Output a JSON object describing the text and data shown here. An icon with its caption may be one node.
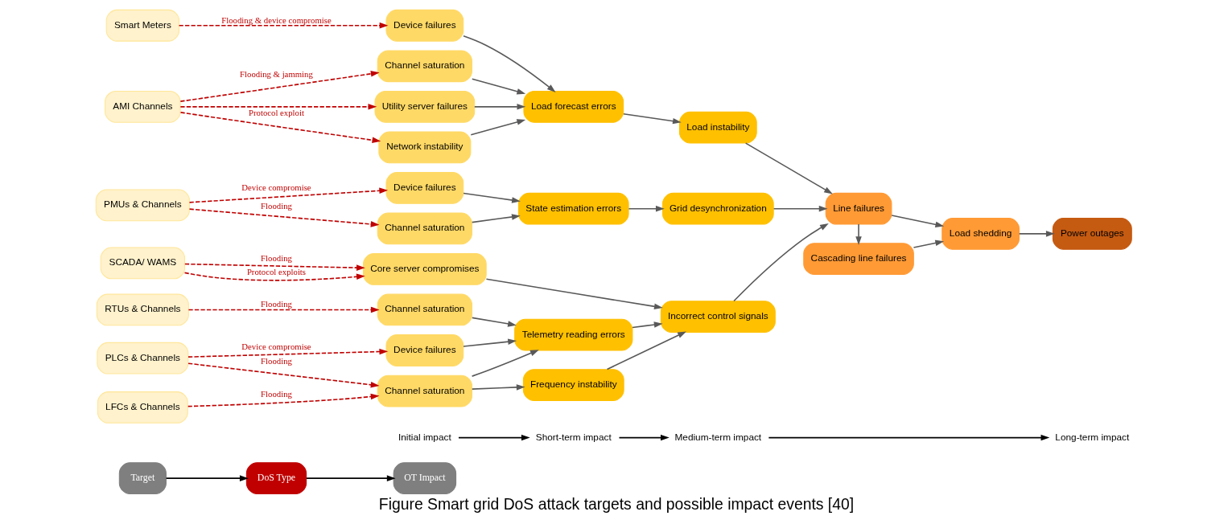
{
  "diagram": {
    "caption": "Figure Smart grid DoS attack targets and possible impact events [40]",
    "nodes": [
      {
        "text": [
          "Target"
        ]
      },
      {
        "text": [
          "DoS Type"
        ]
      },
      {
        "text": [
          "OT Impact"
        ]
      },
      {
        "text": [
          "Initial impact"
        ]
      },
      {
        "text": [
          "Short-term impact"
        ]
      },
      {
        "text": [
          "Medium-term impact"
        ]
      },
      {
        "text": [
          "Long-term impact"
        ]
      },
      {
        "text": [
          "Smart Meters"
        ]
      },
      {
        "text": [
          "AMI Channels"
        ]
      },
      {
        "text": [
          "PMUs & Channels"
        ]
      },
      {
        "text": [
          "RTUs & Channels"
        ]
      },
      {
        "text": [
          "PLCs & Channels"
        ]
      },
      {
        "text": [
          "LFCs & Channels"
        ]
      },
      {
        "text": [
          "SCADA/ WAMS"
        ]
      },
      {
        "text": [
          "Device failures"
        ]
      },
      {
        "text": [
          "Channel saturation"
        ]
      },
      {
        "text": [
          "Utility server failures"
        ]
      },
      {
        "text": [
          "Network instability"
        ]
      },
      {
        "text": [
          "Device failures"
        ]
      },
      {
        "text": [
          "Channel saturation"
        ]
      },
      {
        "text": [
          "Channel saturation"
        ]
      },
      {
        "text": [
          "Device failures"
        ]
      },
      {
        "text": [
          "Channel saturation"
        ]
      },
      {
        "text": [
          "Core server compromises"
        ]
      },
      {
        "text": [
          "Load forecast errors"
        ]
      },
      {
        "text": [
          "Load instability"
        ]
      },
      {
        "text": [
          "State estimation errors"
        ]
      },
      {
        "text": [
          "Grid desynchronization"
        ]
      },
      {
        "text": [
          "Telemetry reading errors"
        ]
      },
      {
        "text": [
          "Frequency instability"
        ]
      },
      {
        "text": [
          "Incorrect control signals"
        ]
      },
      {
        "text": [
          "Line failures"
        ]
      },
      {
        "text": [
          "Load shedding"
        ]
      },
      {
        "text": [
          "Power outages"
        ]
      },
      {
        "text": [
          "Cascading line failures"
        ]
      }
    ],
    "edges": [
      {
        "from": 0,
        "to": 1,
        "arrow": "to",
        "color": "#000000"
      },
      {
        "from": 1,
        "to": 2,
        "arrow": "to",
        "color": "#000000"
      },
      {
        "from": 3,
        "to": 4,
        "arrow": "to",
        "color": "#000000"
      },
      {
        "from": 4,
        "to": 5,
        "arrow": "to",
        "color": "#000000"
      },
      {
        "from": 5,
        "to": 6,
        "arrow": "to",
        "color": "#000000"
      },
      {
        "from": 7,
        "to": 14,
        "arrow": "to",
        "label": "Flooding & device compromise",
        "style": "dashed",
        "color": "#c00000"
      },
      {
        "from": 8,
        "to": 15,
        "arrow": "to",
        "label": "Flooding & jamming",
        "style": "dashed",
        "color": "#c00000"
      },
      {
        "from": 8,
        "to": 16,
        "arrow": "to",
        "style": "dashed",
        "color": "#c00000"
      },
      {
        "from": 8,
        "to": 17,
        "arrow": "to",
        "label": "Protocol exploit",
        "style": "dashed",
        "color": "#c00000"
      },
      {
        "from": 9,
        "to": 18,
        "arrow": "to",
        "label": "Device compromise",
        "style": "dashed",
        "color": "#c00000"
      },
      {
        "from": 9,
        "to": 19,
        "arrow": "to",
        "label": "Flooding",
        "style": "dashed",
        "color": "#c00000"
      },
      {
        "from": 10,
        "to": 20,
        "arrow": "to",
        "label": "Flooding",
        "style": "dashed",
        "color": "#c00000"
      },
      {
        "from": 11,
        "to": 21,
        "arrow": "to",
        "label": "Device compromise",
        "style": "dashed",
        "color": "#c00000"
      },
      {
        "from": 11,
        "to": 22,
        "arrow": "to",
        "label": "Flooding",
        "style": "dashed",
        "color": "#c00000"
      },
      {
        "from": 12,
        "to": 22,
        "arrow": "to",
        "label": "Flooding",
        "style": "dashed",
        "color": "#c00000"
      },
      {
        "from": 13,
        "to": 23,
        "arrow": "to",
        "label": "Flooding",
        "style": "dashed",
        "color": "#c00000"
      },
      {
        "from": 13,
        "to": 23,
        "arrow": "to",
        "label": "Protocol exploits",
        "style": "dashed",
        "color": "#c00000"
      },
      {
        "from": 14,
        "to": 24,
        "arrow": "to"
      },
      {
        "from": 15,
        "to": 24,
        "arrow": "to"
      },
      {
        "from": 16,
        "to": 24,
        "arrow": "to"
      },
      {
        "from": 17,
        "to": 24,
        "arrow": "to"
      },
      {
        "from": 24,
        "to": 25,
        "arrow": "to"
      },
      {
        "from": 25,
        "to": 31,
        "arrow": "to"
      },
      {
        "from": 18,
        "to": 26,
        "arrow": "to"
      },
      {
        "from": 19,
        "to": 26,
        "arrow": "to"
      },
      {
        "from": 26,
        "to": 27,
        "arrow": "to"
      },
      {
        "from": 27,
        "to": 31,
        "arrow": "to"
      },
      {
        "from": 20,
        "to": 28,
        "arrow": "to"
      },
      {
        "from": 21,
        "to": 28,
        "arrow": "to"
      },
      {
        "from": 22,
        "to": 28,
        "arrow": "to"
      },
      {
        "from": 22,
        "to": 29,
        "arrow": "to"
      },
      {
        "from": 28,
        "to": 30,
        "arrow": "to"
      },
      {
        "from": 29,
        "to": 30,
        "arrow": "to"
      },
      {
        "from": 23,
        "to": 30,
        "arrow": "to"
      },
      {
        "from": 30,
        "to": 31,
        "arrow": "to"
      },
      {
        "from": 31,
        "to": 32,
        "arrow": "to"
      },
      {
        "from": 32,
        "to": 33,
        "arrow": "to"
      },
      {
        "from": 31,
        "to": 34,
        "arrow": "to"
      },
      {
        "from": 34,
        "to": 32,
        "arrow": "to"
      }
    ]
  }
}
